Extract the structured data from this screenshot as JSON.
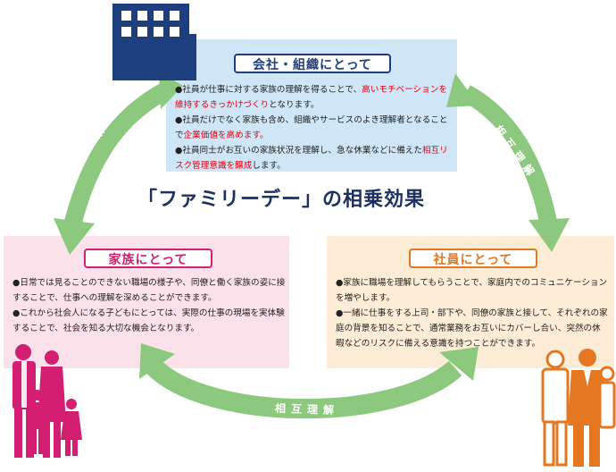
{
  "title": "「ファミリーデー」の相乗効果",
  "arrow_label": "相互理解",
  "company": {
    "heading": "会社・組織にとって",
    "items": [
      {
        "plain": "●社員が仕事に対する家族の理解を得ることで、",
        "red": "高いモチベーションを維持するきっかけづくり",
        "after": "となります。"
      },
      {
        "plain": "●社員だけでなく家族も含め、組織やサービスのよき理解者となることで",
        "red": "企業価値を高めます。",
        "after": ""
      },
      {
        "plain": "●社員同士がお互いの家族状況を理解し、急な休業などに備えた",
        "red": "相互リスク管理意識を醸成",
        "after": "します。"
      }
    ]
  },
  "family": {
    "heading": "家族にとって",
    "items": [
      "●日常では見ることのできない職場の様子や、同僚と働く家族の姿に接することで、仕事への理解を深めることができます。",
      "●これから社会人になる子どもにとっては、実際の仕事の現場を実体験することで、社会を知る大切な機会となります。"
    ]
  },
  "employee": {
    "heading": "社員にとって",
    "items": [
      "●家族に職場を理解してもらうことで、家庭内でのコミュニケーションを増やします。",
      "●一緒に仕事をする上司・部下や、同僚の家族と接して、それぞれの家庭の背景を知ることで、通常業務をお互いにカバーし合い、突然の休暇などのリスクに備える意識を持つことができます。"
    ]
  },
  "colors": {
    "navy": "#1e3f7e",
    "pink": "#d41e72",
    "orange": "#e4771f",
    "arrow_green": "#8cc97e",
    "highlight_red": "#e60012"
  },
  "icons": [
    "building-icon",
    "family-icon",
    "employees-icon"
  ]
}
